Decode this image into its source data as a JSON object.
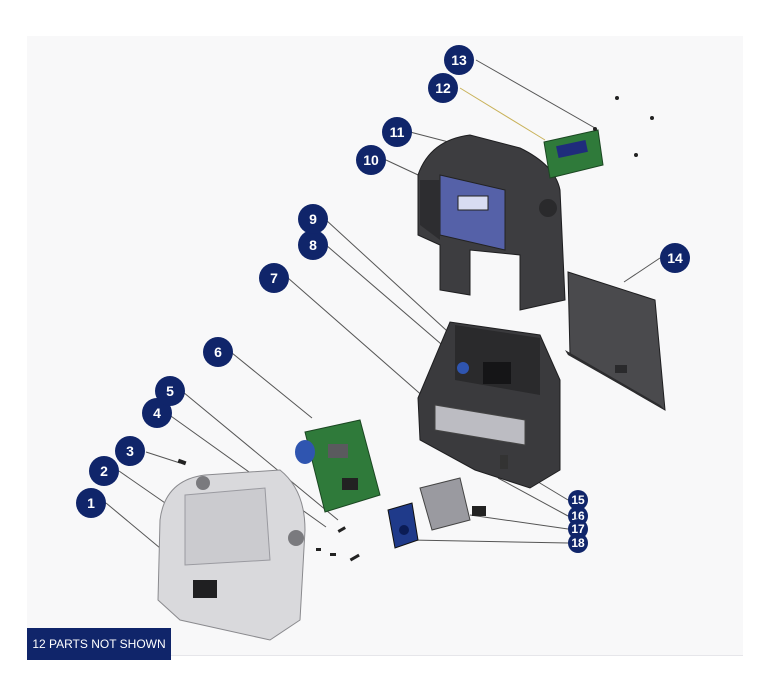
{
  "callouts": [
    "1",
    "2",
    "3",
    "4",
    "5",
    "6",
    "7",
    "8",
    "9",
    "10",
    "11",
    "12",
    "13",
    "14",
    "15",
    "16",
    "17",
    "18"
  ],
  "note": "12 PARTS NOT SHOWN",
  "colors": {
    "badge": "#10256a",
    "housing_dark": "#3d3d40",
    "cover_light": "#d9d9dc",
    "pcb_green": "#2f7a3a",
    "display_blue": "#5561a8"
  }
}
